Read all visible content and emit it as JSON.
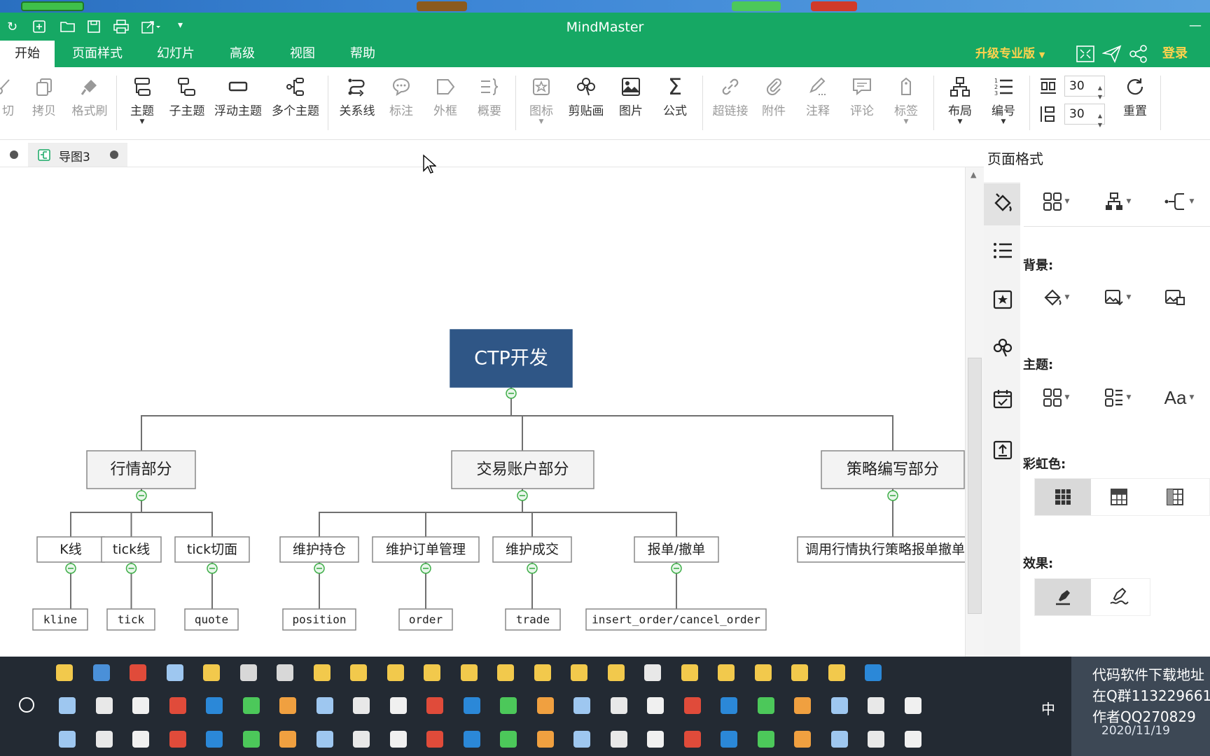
{
  "window": {
    "title": "MindMaster"
  },
  "menu": {
    "tabs": [
      "开始",
      "页面样式",
      "幻灯片",
      "高级",
      "视图",
      "帮助"
    ],
    "upgrade": "升级专业版",
    "login": "登录"
  },
  "ribbon": {
    "cut": "切",
    "copy": "拷贝",
    "format_painter": "格式刷",
    "topic": "主题",
    "subtopic": "子主题",
    "floating_topic": "浮动主题",
    "multiple_topics": "多个主题",
    "relationship": "关系线",
    "callout": "标注",
    "boundary": "外框",
    "summary": "概要",
    "icon": "图标",
    "clipart": "剪贴画",
    "picture": "图片",
    "formula": "公式",
    "hyperlink": "超链接",
    "attachment": "附件",
    "note": "注释",
    "comment": "评论",
    "tag": "标签",
    "layout": "布局",
    "numbering": "编号",
    "spacing_h": "30",
    "spacing_v": "30",
    "reset": "重置"
  },
  "document_tab": {
    "name": "导图3"
  },
  "mindmap": {
    "root": "CTP开发",
    "branches": [
      {
        "label": "行情部分",
        "children": [
          {
            "label": "K线",
            "leaf": "kline"
          },
          {
            "label": "tick线",
            "leaf": "tick"
          },
          {
            "label": "tick切面",
            "leaf": "quote"
          }
        ]
      },
      {
        "label": "交易账户部分",
        "children": [
          {
            "label": "维护持仓",
            "leaf": "position"
          },
          {
            "label": "维护订单管理",
            "leaf": "order"
          },
          {
            "label": "维护成交",
            "leaf": "trade"
          },
          {
            "label": "报单/撤单",
            "leaf": "insert_order/cancel_order"
          }
        ]
      },
      {
        "label": "策略编写部分",
        "children": [
          {
            "label": "调用行情执行策略报单撤单"
          }
        ]
      }
    ]
  },
  "panel": {
    "title": "页面格式",
    "background": "背景:",
    "theme": "主题:",
    "rainbow": "彩虹色:",
    "effects": "效果:"
  },
  "taskbar": {
    "ime": "中",
    "date": "2020/11/19",
    "notification": [
      "代码软件下载地址",
      "在Q群113229661",
      "作者QQ270829"
    ]
  },
  "colors": {
    "accent": "#16a864",
    "root_fill": "#2f5686",
    "upgrade": "#ffd24d"
  }
}
